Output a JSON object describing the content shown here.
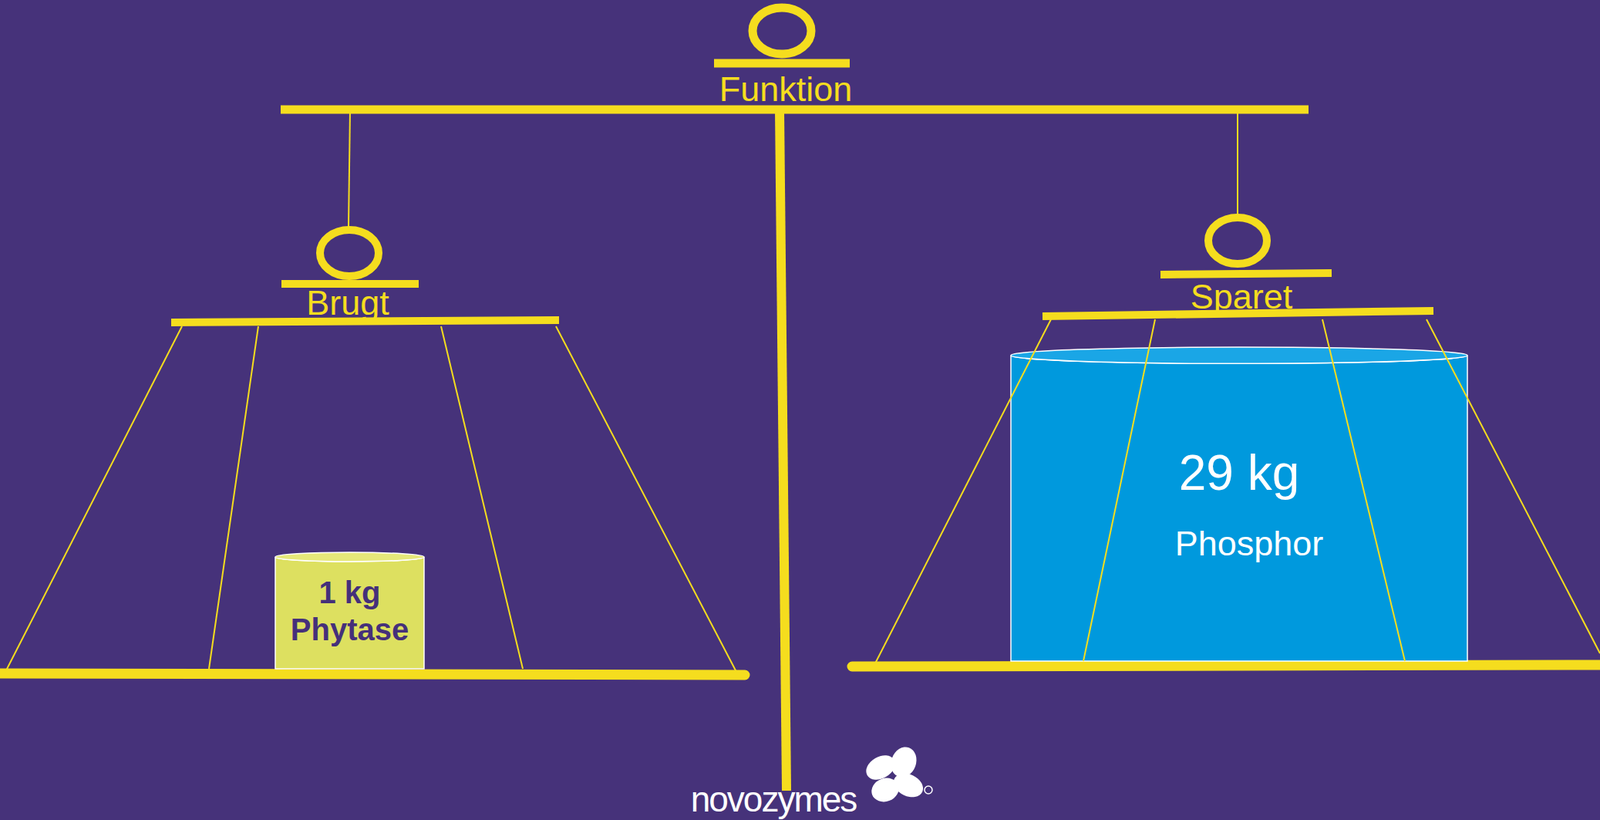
{
  "diagram": {
    "nodes": [
      {
        "text": [
          "1 kg Phytase"
        ]
      },
      {
        "text": [
          "29 kg",
          "Phosphor"
        ]
      }
    ],
    "labels": [
      "Funktion",
      "Brugt",
      "Sparet",
      "novozymes"
    ]
  }
}
